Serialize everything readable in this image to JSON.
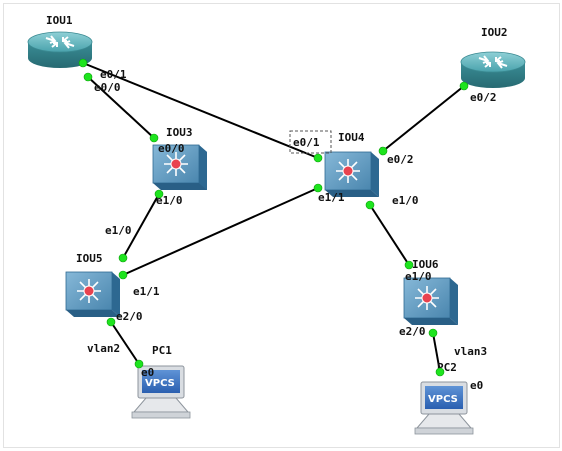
{
  "topology": {
    "nodes": {
      "iou1": {
        "name": "IOU1",
        "kind": "router"
      },
      "iou2": {
        "name": "IOU2",
        "kind": "router"
      },
      "iou3": {
        "name": "IOU3",
        "kind": "switch"
      },
      "iou4": {
        "name": "IOU4",
        "kind": "switch"
      },
      "iou5": {
        "name": "IOU5",
        "kind": "switch"
      },
      "iou6": {
        "name": "IOU6",
        "kind": "switch"
      },
      "pc1": {
        "name": "PC1",
        "kind": "vpcs",
        "badge": "VPCS"
      },
      "pc2": {
        "name": "PC2",
        "kind": "vpcs",
        "badge": "VPCS"
      }
    },
    "links": [
      {
        "from": "IOU1",
        "from_port": "e0/1",
        "to": "IOU4",
        "to_port": "e0/1"
      },
      {
        "from": "IOU1",
        "from_port": "e0/0",
        "to": "IOU3",
        "to_port": "e0/0"
      },
      {
        "from": "IOU2",
        "from_port": "e0/2",
        "to": "IOU4",
        "to_port": "e0/2"
      },
      {
        "from": "IOU3",
        "from_port": "e1/0",
        "to": "IOU5",
        "to_port": "e1/0"
      },
      {
        "from": "IOU4",
        "from_port": "e1/1",
        "to": "IOU5",
        "to_port": "e1/1"
      },
      {
        "from": "IOU4",
        "from_port": "e1/0",
        "to": "IOU6",
        "to_port": "e1/0"
      },
      {
        "from": "IOU5",
        "from_port": "e2/0",
        "to": "PC1",
        "to_port": "e0"
      },
      {
        "from": "IOU6",
        "from_port": "e2/0",
        "to": "PC2",
        "to_port": "e0"
      }
    ],
    "link_labels": {
      "iou1_e01": "e0/1",
      "iou1_e00": "e0/0",
      "iou3_e00": "e0/0",
      "iou3_e10": "e1/0",
      "iou4_e01": "e0/1",
      "iou4_e02": "e0/2",
      "iou4_e11": "e1/1",
      "iou4_e10": "e1/0",
      "iou2_e02": "e0/2",
      "iou5_e10": "e1/0",
      "iou5_e11": "e1/1",
      "iou5_e20": "e2/0",
      "iou6_e10": "e1/0",
      "iou6_e20": "e2/0",
      "pc1_e0": "e0",
      "pc2_e0": "e0"
    },
    "vlan_labels": {
      "pc1_vlan": "vlan2",
      "pc2_vlan": "vlan3"
    },
    "colors": {
      "port_dot": "#1ee41e",
      "router_body": "#3d8e97",
      "switch_body": "#4d8db5",
      "link": "#000000"
    }
  }
}
